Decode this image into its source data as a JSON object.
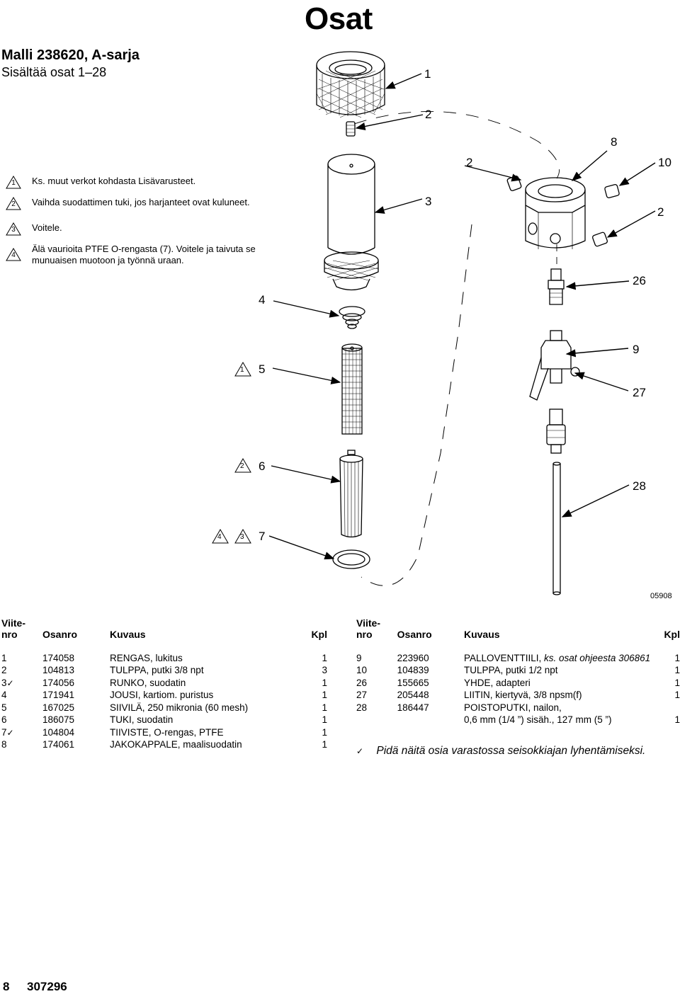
{
  "title": "Osat",
  "model": "Malli 238620, A-sarja",
  "contains": "Sisältää osat 1–28",
  "notes": [
    {
      "symbol": "1",
      "text": "Ks. muut verkot kohdasta Lisävarusteet."
    },
    {
      "symbol": "2",
      "text": "Vaihda suodattimen tuki, jos harjanteet ovat kuluneet."
    },
    {
      "symbol": "3",
      "text": "Voitele."
    },
    {
      "symbol": "4",
      "text": "Älä vaurioita PTFE O-rengasta (7). Voitele ja taivuta se munuaisen muotoon ja työnnä uraan."
    }
  ],
  "callouts": {
    "c1": "1",
    "c2a": "2",
    "c2b": "2",
    "c2c": "2",
    "c3": "3",
    "c4": "4",
    "c5": "5",
    "c6": "6",
    "c7": "7",
    "c8": "8",
    "c9": "9",
    "c10": "10",
    "c26": "26",
    "c27": "27",
    "c28": "28",
    "t5": "1",
    "t6": "2",
    "t7a": "4",
    "t7b": "3"
  },
  "drawing_number": "05908",
  "table_headers": {
    "ref_line1": "Viite-",
    "ref_line2": "nro",
    "part": "Osanro",
    "desc": "Kuvaus",
    "qty": "Kpl"
  },
  "parts_left": [
    {
      "ref": "1",
      "part": "174058",
      "desc": "RENGAS, lukitus",
      "qty": "1"
    },
    {
      "ref": "2",
      "part": "104813",
      "desc": "TULPPA, putki 3/8 npt",
      "qty": "3"
    },
    {
      "ref": "3",
      "part": "174056",
      "desc": "RUNKO, suodatin",
      "qty": "1",
      "stock": "✓"
    },
    {
      "ref": "4",
      "part": "171941",
      "desc": "JOUSI, kartiom. puristus",
      "qty": "1"
    },
    {
      "ref": "5",
      "part": "167025",
      "desc": "SIIVILÄ, 250 mikronia (60 mesh)",
      "qty": "1"
    },
    {
      "ref": "6",
      "part": "186075",
      "desc": "TUKI, suodatin",
      "qty": "1"
    },
    {
      "ref": "7",
      "part": "104804",
      "desc": "TIIVISTE, O-rengas, PTFE",
      "qty": "1",
      "stock": "✓"
    },
    {
      "ref": "8",
      "part": "174061",
      "desc": "JAKOKAPPALE, maalisuodatin",
      "qty": "1"
    }
  ],
  "parts_right": [
    {
      "ref": "9",
      "part": "223960",
      "desc": "PALLOVENTTIILI, ",
      "desc_italic": "ks. osat ohjeesta 306861",
      "qty": "1"
    },
    {
      "ref": "10",
      "part": "104839",
      "desc": "TULPPA, putki 1/2 npt",
      "qty": "1"
    },
    {
      "ref": "26",
      "part": "155665",
      "desc": "YHDE, adapteri",
      "qty": "1"
    },
    {
      "ref": "27",
      "part": "205448",
      "desc": "LIITIN, kiertyvä, 3/8 npsm(f)",
      "qty": "1"
    },
    {
      "ref": "28",
      "part": "186447",
      "desc": "POISTOPUTKI, nailon,",
      "qty": ""
    },
    {
      "ref": "",
      "part": "",
      "desc": "0,6 mm (1/4 ”) sisäh., 127 mm (5 ”)",
      "qty": "1"
    }
  ],
  "stock_note": {
    "symbol": "✓",
    "text": "Pidä näitä osia varastossa seisokkiajan lyhentämiseksi."
  },
  "footer": {
    "page": "8",
    "doc": "307296"
  }
}
